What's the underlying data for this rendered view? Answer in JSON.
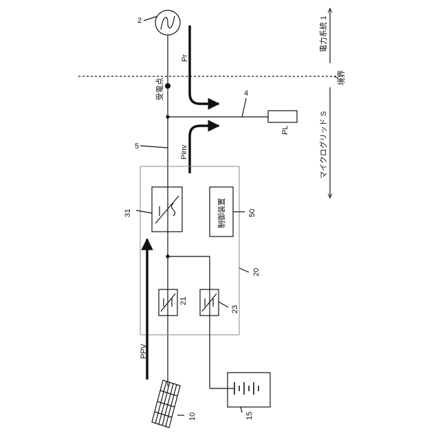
{
  "labels": {
    "grid_number": "2",
    "grid_name": "電力系統 1",
    "boundary": "境界",
    "receiving_point": "受電点",
    "pr": "Pr",
    "line4": "4",
    "pl": "PL",
    "microgrid": "マイクログリッド S",
    "line5": "5",
    "pinv": "Pinv",
    "inv31": "31",
    "ctrl_text": "制御装置",
    "ctrl_num": "50",
    "box20": "20",
    "conv21": "21",
    "conv23": "23",
    "ppv": "PPV",
    "pv10": "10",
    "bat15": "15"
  },
  "colors": {
    "line": "#111111",
    "box20_border": "#888888"
  }
}
